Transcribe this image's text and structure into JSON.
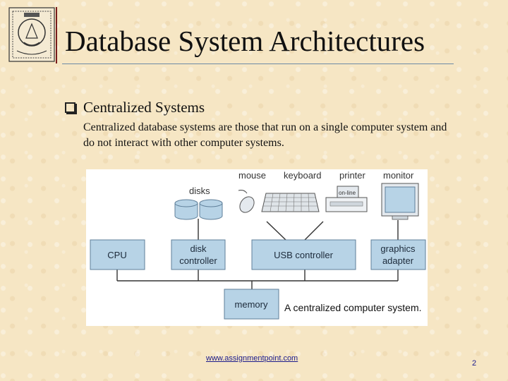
{
  "slide": {
    "title": "Database System Architectures",
    "bullet_heading": "Centralized Systems",
    "description": "Centralized database systems are those that run on a single computer system and do not interact with other computer systems.",
    "footer_link": "www.assignmentpoint.com",
    "page_number": "2"
  },
  "diagram": {
    "devices": {
      "disks": "disks",
      "mouse": "mouse",
      "keyboard": "keyboard",
      "printer": "printer",
      "printer_tag": "on-line",
      "monitor": "monitor"
    },
    "boxes": {
      "cpu": "CPU",
      "disk_controller_line1": "disk",
      "disk_controller_line2": "controller",
      "usb_controller": "USB controller",
      "graphics_adapter_line1": "graphics",
      "graphics_adapter_line2": "adapter",
      "memory": "memory"
    },
    "caption": "A centralized computer system.",
    "colors": {
      "box_fill": "#b7d3e6",
      "box_stroke": "#5f7f99",
      "bus_stroke": "#333333"
    }
  }
}
